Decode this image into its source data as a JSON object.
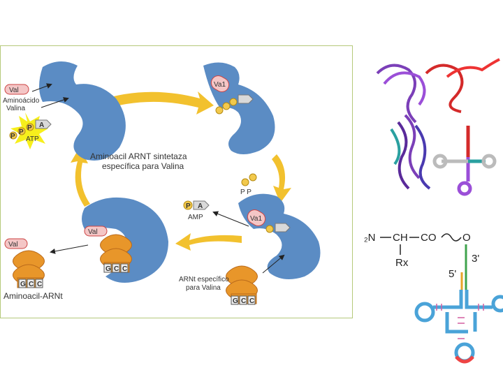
{
  "cycle": {
    "val_tag": "Val",
    "aminoacid_line1": "Aminoácido",
    "aminoacid_line2": "Valina",
    "atp_p1": "P",
    "atp_p2": "P",
    "atp_p3": "P",
    "atp_a": "A",
    "atp_label": "ATP",
    "enzyme_label_line1": "Aminoacil ARNT sintetaza",
    "enzyme_label_line2": "específica para Valina",
    "val1_label": "Va1",
    "val1_label_b": "Va1",
    "pp_released": "P P",
    "amp_p": "P",
    "amp_a": "A",
    "amp_label": "AMP",
    "val_bottom": "Val",
    "val_loaded": "Val",
    "trna_specific_line1": "ARNt específico",
    "trna_specific_line2": "para Valina",
    "anticodon_g": "G",
    "anticodon_c1": "C",
    "anticodon_c2": "C",
    "result_label": "Aminoacil-ARNt"
  },
  "chemistry": {
    "h2n": "H₂N",
    "ch": "CH",
    "co": "CO",
    "o": "O",
    "rx": "Rx",
    "three_prime": "3'",
    "five_prime": "5'"
  },
  "colors": {
    "enzyme": "#5b8cc4",
    "arrow": "#f2c12e",
    "trna_orange": "#e8962a",
    "val_tag_fill": "#f4c6c6",
    "phosphate": "#f2c94c",
    "burst": "#f7ef1c"
  }
}
